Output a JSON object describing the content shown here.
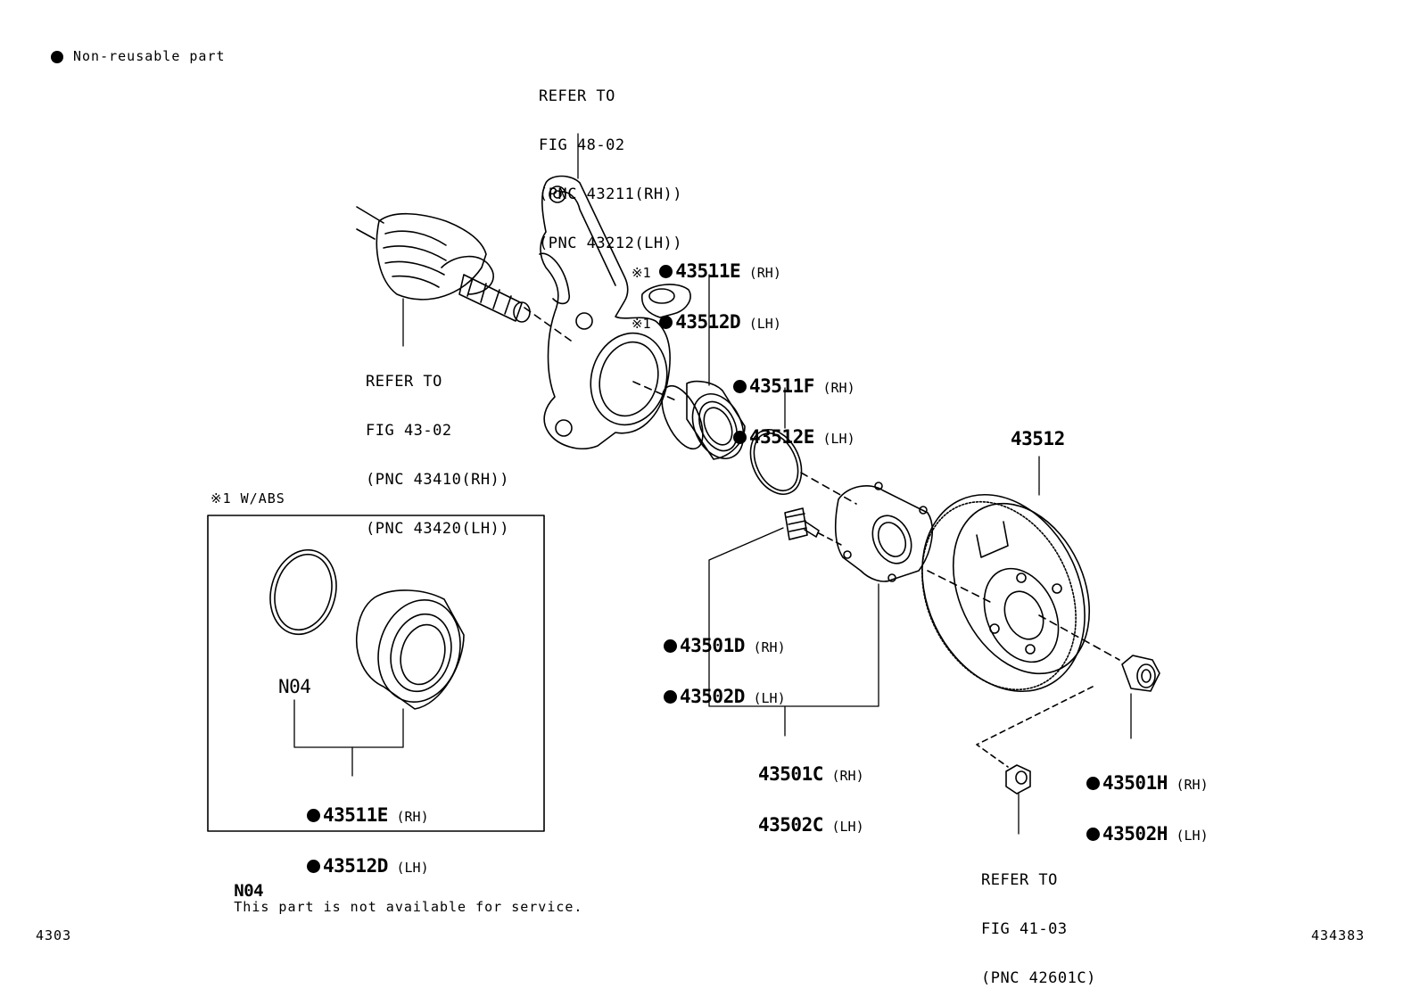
{
  "legend": {
    "non_reusable": "Non-reusable part"
  },
  "refs": {
    "knuckle": [
      "REFER TO",
      "FIG 48-02",
      "(PNC 43211(RH))",
      "(PNC 43212(LH))"
    ],
    "driveshaft": [
      "REFER TO",
      "FIG 43-02",
      "(PNC 43410(RH))",
      "(PNC 43420(LH))"
    ],
    "nut": [
      "REFER TO",
      "FIG 41-03",
      "(PNC 42601C)"
    ]
  },
  "parts": {
    "bearing_main": [
      {
        "prefix": "※1",
        "code": "43511E",
        "side": "(RH)"
      },
      {
        "prefix": "※1",
        "code": "43512D",
        "side": "(LH)"
      }
    ],
    "snap_ring": [
      {
        "code": "43511F",
        "side": "(RH)"
      },
      {
        "code": "43512E",
        "side": "(LH)"
      }
    ],
    "disc": "43512",
    "hub_bolt": [
      {
        "code": "43501D",
        "side": "(RH)"
      },
      {
        "code": "43502D",
        "side": "(LH)"
      }
    ],
    "hub": [
      {
        "code": "43501C",
        "side": "(RH)"
      },
      {
        "code": "43502C",
        "side": "(LH)"
      }
    ],
    "hub_nut": [
      {
        "code": "43501H",
        "side": "(RH)"
      },
      {
        "code": "43502H",
        "side": "(LH)"
      }
    ]
  },
  "inset": {
    "title": "※1 W/ABS",
    "n04": "N04",
    "bearing": [
      {
        "code": "43511E",
        "side": "(RH)"
      },
      {
        "code": "43512D",
        "side": "(LH)"
      }
    ]
  },
  "note": {
    "code": "N04",
    "text": "This part is not available for service."
  },
  "footer": {
    "left": "4303",
    "right": "434383"
  }
}
